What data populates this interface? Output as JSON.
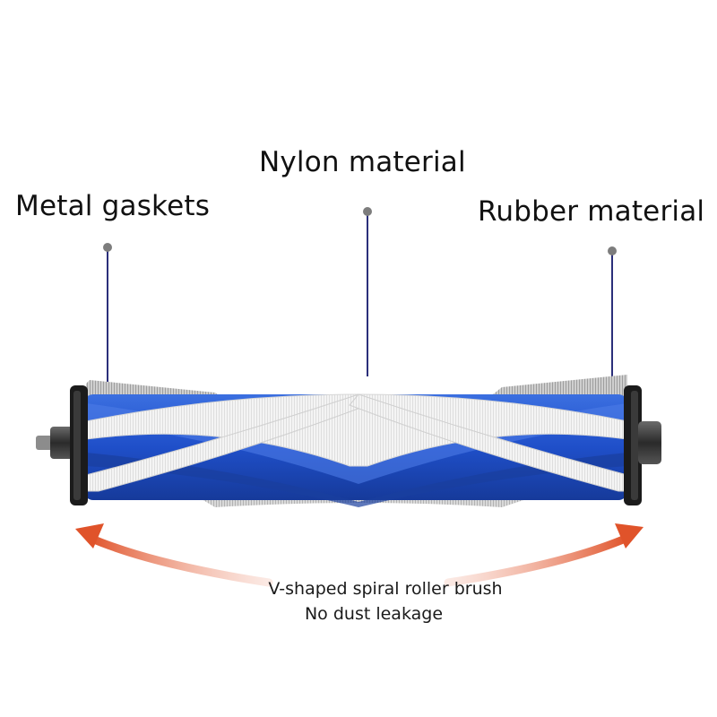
{
  "callouts": {
    "nylon": "Nylon material",
    "metal": "Metal gaskets",
    "rubber": "Rubber material"
  },
  "caption": {
    "line1": "V-shaped spiral roller brush",
    "line2": "No dust leakage"
  },
  "colors": {
    "brush_blue": "#1f4fc9",
    "bristle_white": "#f2f2f2",
    "arrow_orange": "#e2562e",
    "callout_line": "#2b2f7a"
  }
}
